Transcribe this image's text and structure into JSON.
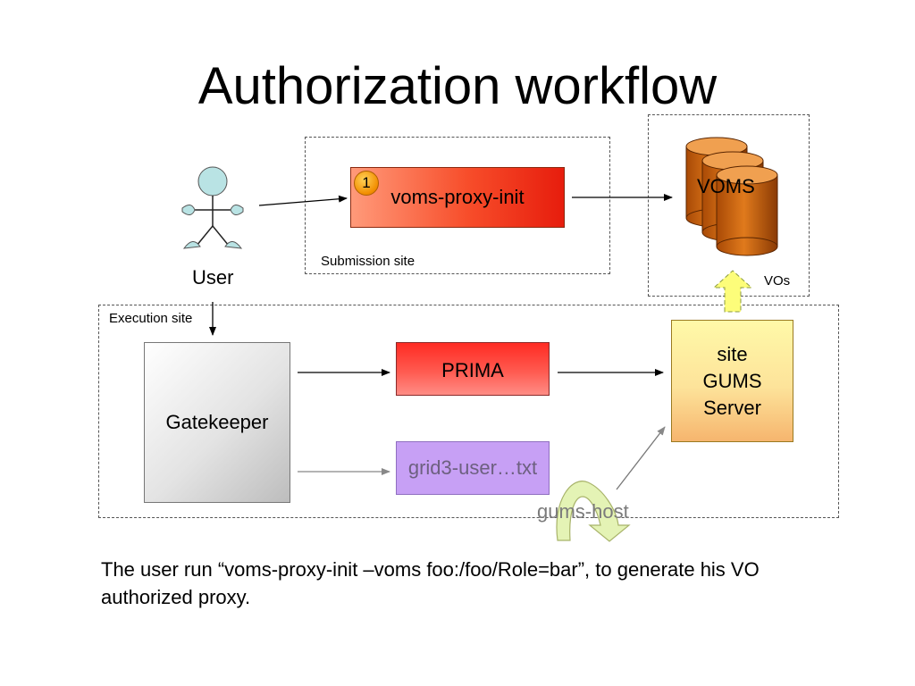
{
  "title": "Authorization workflow",
  "user": {
    "label": "User"
  },
  "submission_site": {
    "label": "Submission site"
  },
  "voms_proxy_init": {
    "label": "voms-proxy-init",
    "step": "1"
  },
  "vos": {
    "label": "VOs",
    "server_label": "VOMS"
  },
  "execution_site": {
    "label": "Execution site"
  },
  "gatekeeper": {
    "label": "Gatekeeper"
  },
  "prima": {
    "label": "PRIMA"
  },
  "grid3": {
    "label": "grid3-user…txt"
  },
  "gums_server": {
    "line1": "site",
    "line2": "GUMS",
    "line3": "Server"
  },
  "gums_host": {
    "label": "gums-host"
  },
  "caption": "The user run “voms-proxy-init –voms foo:/foo/Role=bar”, to generate his VO authorized proxy.",
  "colors": {
    "voms_proxy_init": "#f74d2a",
    "prima": "#ff3b33",
    "grid3": "#c7a0f5",
    "gums_server": "#fde39a",
    "voms_db": "#c8640c",
    "user_figure": "#b9e3e4"
  }
}
